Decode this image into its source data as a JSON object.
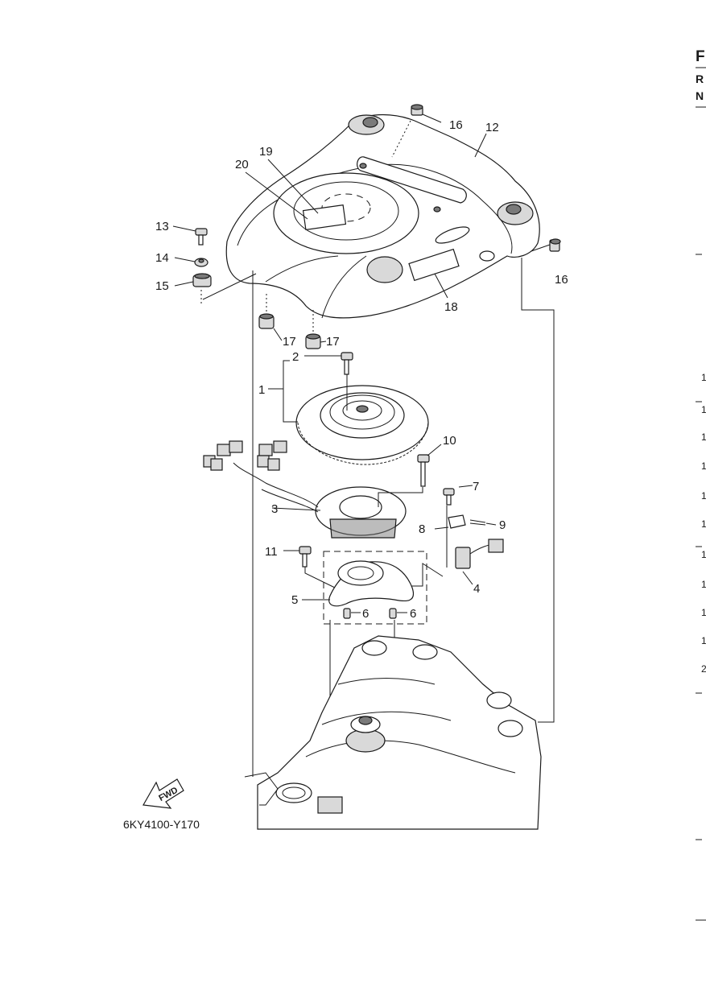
{
  "diagram": {
    "callouts": [
      "1",
      "2",
      "3",
      "4",
      "5",
      "6",
      "6",
      "7",
      "8",
      "9",
      "10",
      "11",
      "12",
      "13",
      "14",
      "15",
      "16",
      "16",
      "17",
      "17",
      "18",
      "19",
      "20"
    ],
    "drawing_code": "6KY4100-Y170",
    "fwd_label": "FWD",
    "right_edge": {
      "header_letters": [
        "F",
        "R",
        "N"
      ],
      "numbers": [
        "1",
        "1",
        "1",
        "1",
        "1",
        "1",
        "1",
        "1",
        "1",
        "1",
        "2"
      ]
    }
  }
}
